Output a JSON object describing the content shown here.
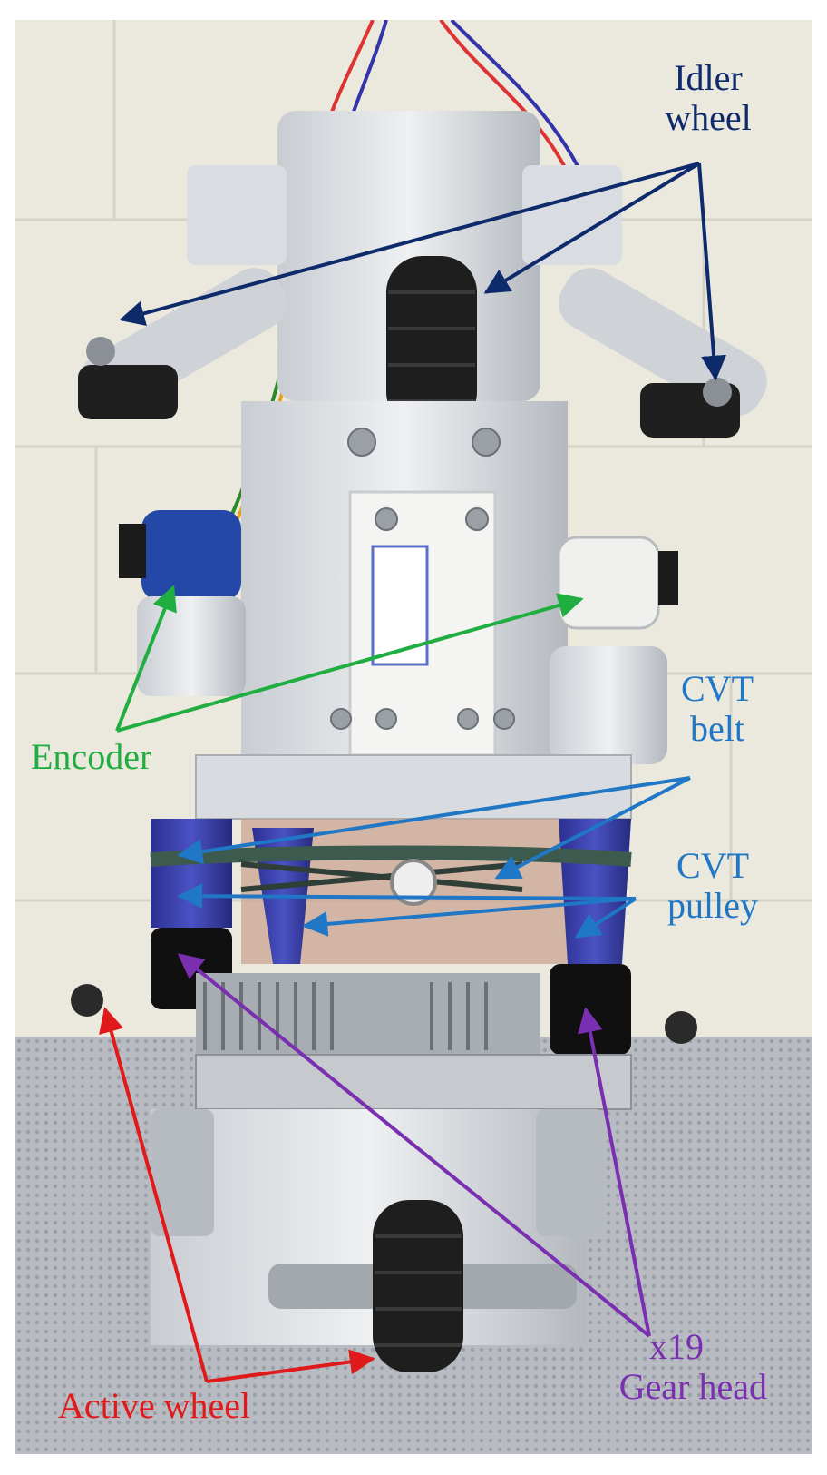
{
  "figure": {
    "labels": {
      "idler_wheel": {
        "lines": [
          "Idler",
          "wheel"
        ]
      },
      "encoder": {
        "text": "Encoder"
      },
      "cvt_belt": {
        "lines": [
          "CVT",
          "belt"
        ]
      },
      "cvt_pulley": {
        "lines": [
          "CVT",
          "pulley"
        ]
      },
      "gear_head": {
        "lines": [
          "x19",
          "Gear head"
        ]
      },
      "active_wheel": {
        "text": "Active wheel"
      }
    },
    "colors": {
      "idler_wheel": "#0d2a6b",
      "encoder": "#1fae3f",
      "cvt": "#1f77c6",
      "gear_head": "#7a2fb0",
      "active_wheel": "#e01a1a"
    }
  }
}
